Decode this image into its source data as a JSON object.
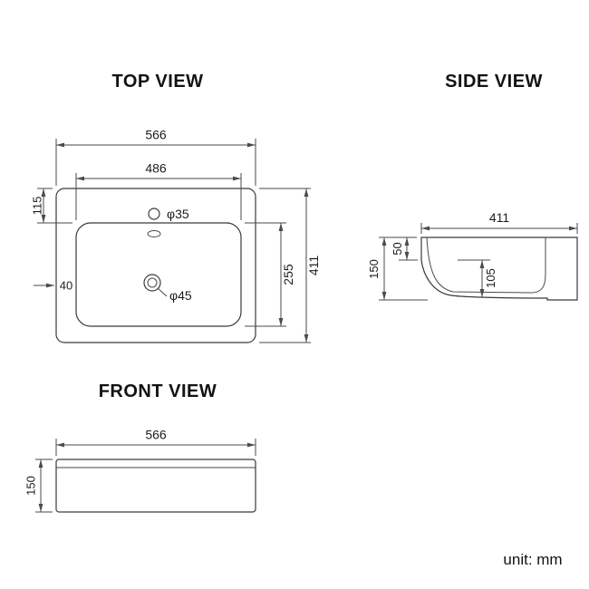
{
  "titles": {
    "top_view": "TOP VIEW",
    "side_view": "SIDE VIEW",
    "front_view": "FRONT VIEW"
  },
  "unit_label": "unit: mm",
  "colors": {
    "background": "#ffffff",
    "line": "#3a3a3a",
    "text": "#1c1c1c"
  },
  "top_view": {
    "overall_width": "566",
    "bowl_width": "486",
    "rim_to_bowl_top": "115",
    "rim_to_bowl_side": "40",
    "bowl_length": "255",
    "overall_depth": "411",
    "faucet_hole_diameter": "φ35",
    "drain_hole_diameter": "φ45"
  },
  "side_view": {
    "overall_depth": "411",
    "back_ledge_height": "50",
    "overall_height": "150",
    "bowl_inner_depth": "105"
  },
  "front_view": {
    "overall_width": "566",
    "overall_height": "150"
  }
}
